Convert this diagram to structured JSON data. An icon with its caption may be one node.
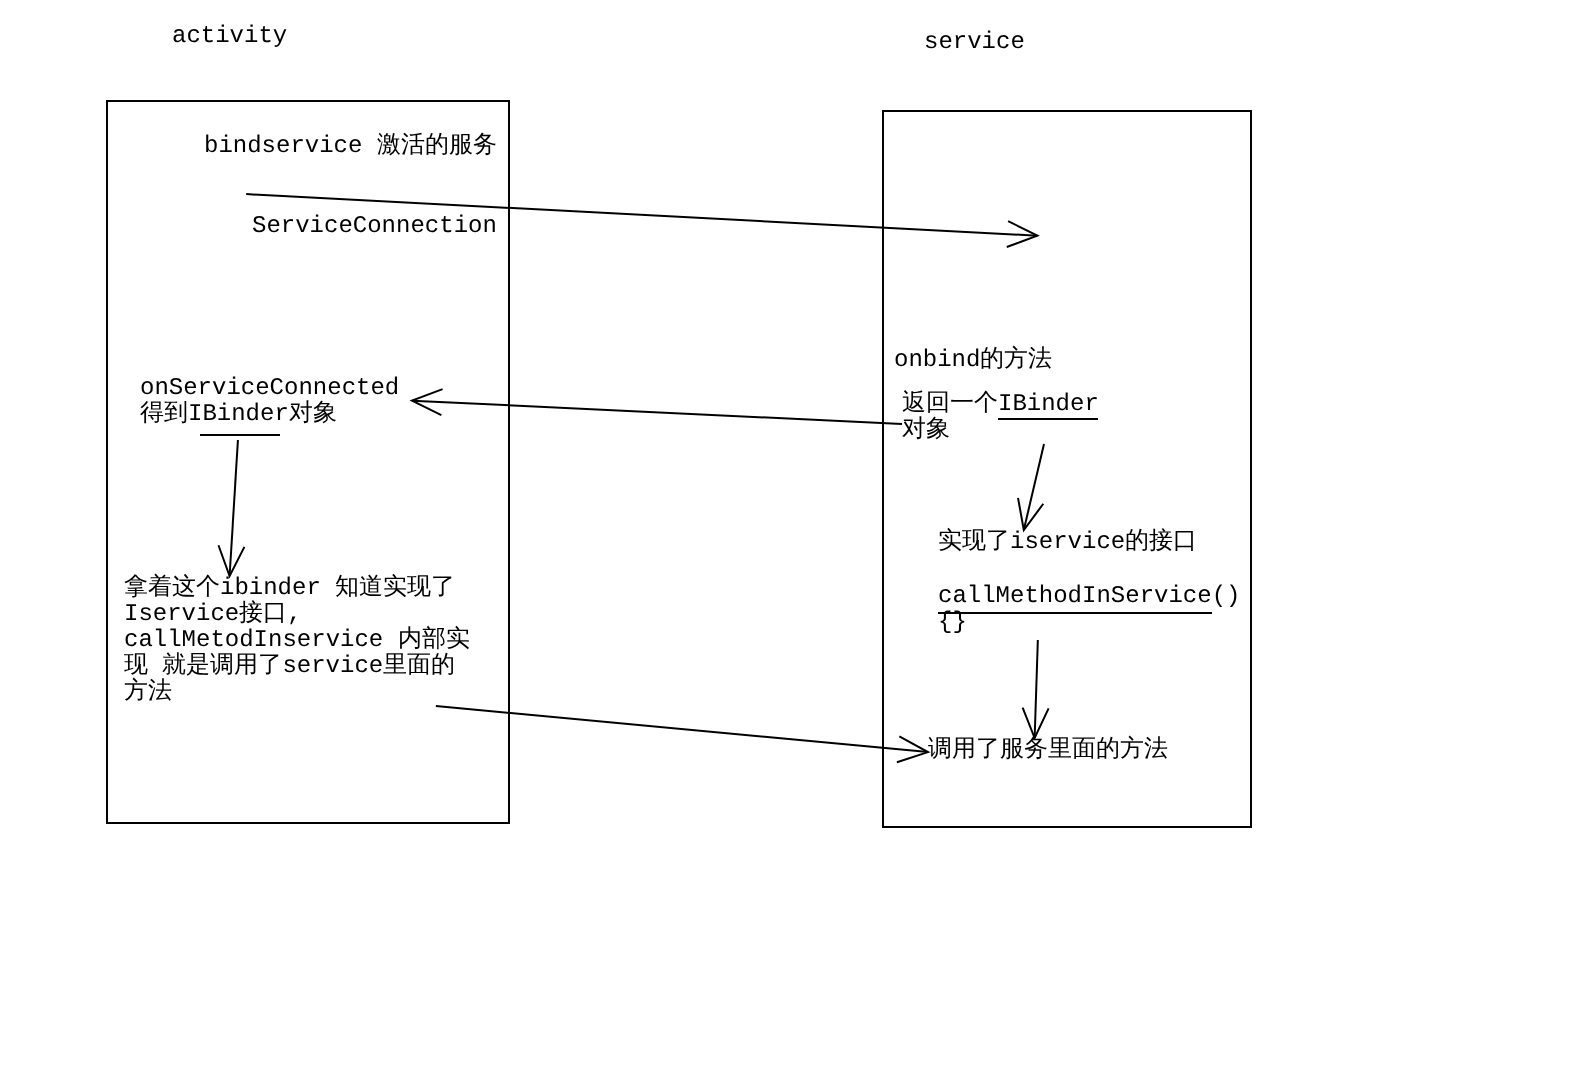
{
  "diagram": {
    "nodes": [
      {
        "text": [
          "activity"
        ]
      },
      {
        "text": [
          "onServiceConnected 得到IBinder对象"
        ],
        "in": 0
      },
      {
        "text": [
          "拿着这个ibinder 知道实现了Iservice接口, callMetodInservice 内部实现 就是调用了service里面的方法"
        ],
        "in": 0
      },
      {
        "text": [
          "service"
        ]
      },
      {
        "text": [
          "返回一个IBinder对象"
        ],
        "in": 3
      },
      {
        "text": [
          "实现了iservice的接口"
        ],
        "in": 3
      },
      {
        "text": [
          "callMethodInService() {}"
        ],
        "in": 3
      },
      {
        "text": [
          "调用了服务里面的方法"
        ],
        "in": 3
      }
    ],
    "edges": [
      {
        "from": 0,
        "to": 3,
        "arrow": "to",
        "label": "bindservice 激活的服务"
      },
      {
        "from": 4,
        "to": 1,
        "arrow": "to"
      },
      {
        "from": 1,
        "to": 2,
        "arrow": "to"
      },
      {
        "from": 4,
        "to": 5,
        "arrow": "to"
      },
      {
        "from": 6,
        "to": 7,
        "arrow": "to"
      },
      {
        "from": 2,
        "to": 7,
        "arrow": "to"
      }
    ],
    "labels": [
      "ServiceConnection",
      "onbind的方法"
    ]
  }
}
